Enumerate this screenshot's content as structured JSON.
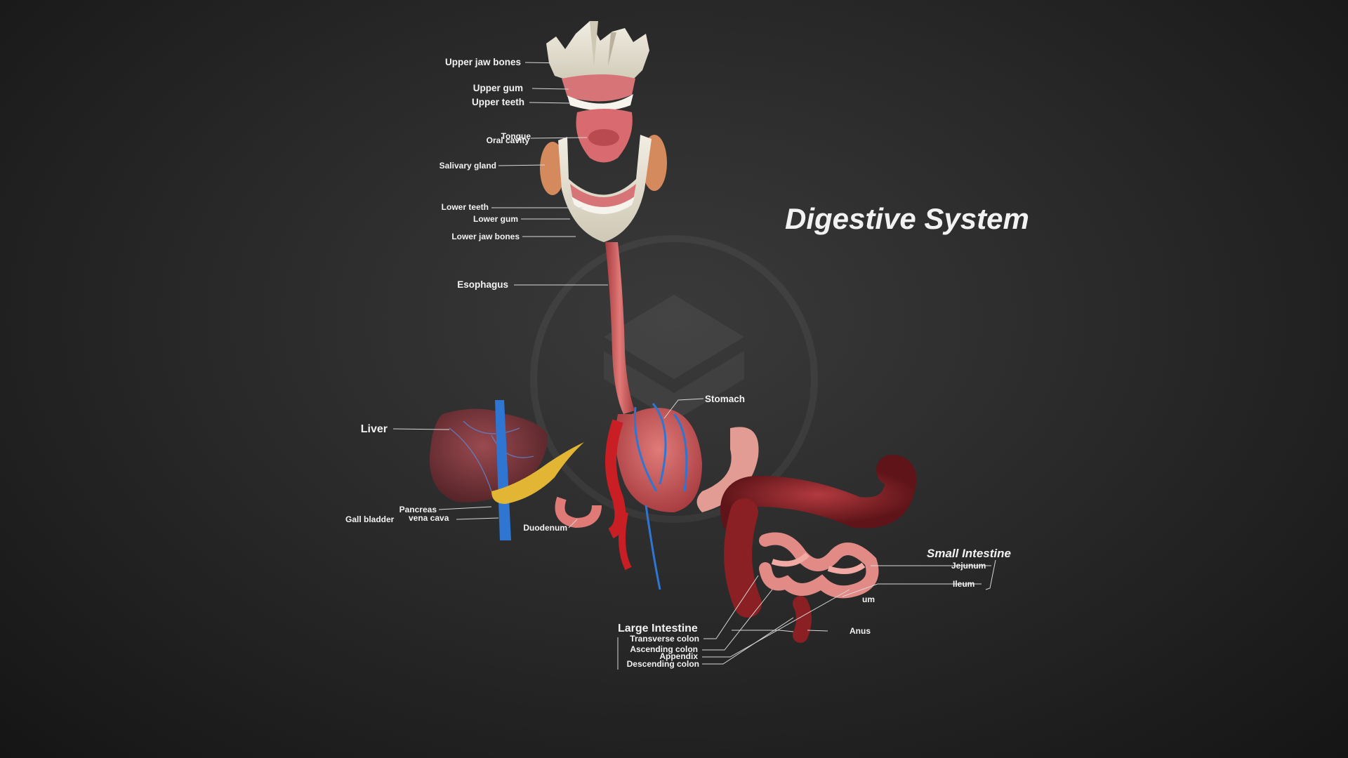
{
  "title": "Digestive System",
  "labels": {
    "upper_jaw_bones": "Upper jaw bones",
    "upper_gum": "Upper gum",
    "upper_teeth": "Upper teeth",
    "tongue": "Tongue",
    "oral_cavity": "Oral cavity",
    "salivary_gland": "Salivary gland",
    "lower_teeth": "Lower teeth",
    "lower_gum": "Lower gum",
    "lower_jaw_bones": "Lower jaw bones",
    "esophagus": "Esophagus",
    "stomach": "Stomach",
    "liver": "Liver",
    "pancreas": "Pancreas",
    "gall_bladder": "Gall bladder",
    "vena_cava": "vena cava",
    "duodenum": "Duodenum",
    "small_intestine": "Small Intestine",
    "jejunum": "Jejunum",
    "ileum": "Ileum",
    "large_intestine": "Large Intestine",
    "transverse_colon": "Transverse colon",
    "ascending_colon": "Ascending colon",
    "appendix": "Appendix",
    "descending_colon": "Descending colon",
    "partial_um": "um",
    "anus": "Anus"
  },
  "colors": {
    "background": "#2a2a2a",
    "label_text": "#f2f2f2",
    "bone": "#e9e4d4",
    "gum": "#d9777a",
    "tissue": "#c8494d",
    "vein": "#2e76d2",
    "artery": "#c81e24",
    "liver": "#7c3b3f",
    "pancreas": "#e3b534",
    "large_intestine": "#8a1f24",
    "small_intestine": "#e18a86"
  }
}
